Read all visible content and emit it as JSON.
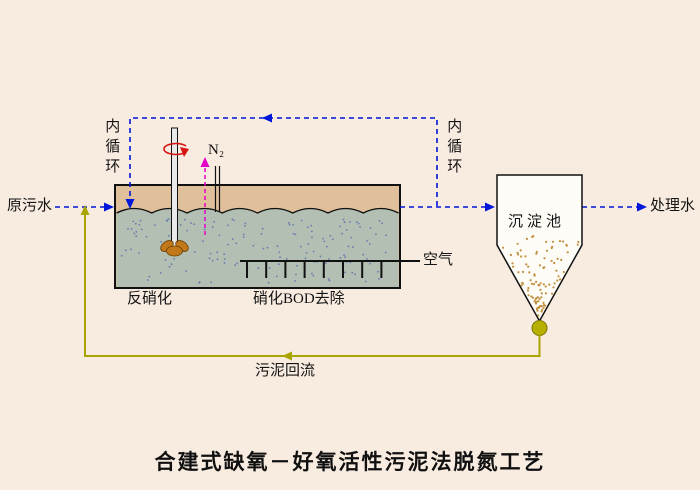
{
  "title": "合建式缺氧－好氧活性污泥法脱氮工艺",
  "labels": {
    "raw_water": "原污水",
    "treated_water": "处理水",
    "internal_recycle_left": "内循环",
    "internal_recycle_right": "内循环",
    "nitrogen_gas": "N₂",
    "air": "空气",
    "zone_denitrification": "反硝化",
    "zone_nitrification": "硝化BOD去除",
    "settling_tank": "沉淀池",
    "sludge_return": "污泥回流"
  },
  "colors": {
    "background": "#f8ebe0",
    "scum_layer": "#dfc09a",
    "mixed_liquor": "#b2bfb2",
    "flow_line_blue": "#0016d8",
    "nitrogen_magenta": "#e400c8",
    "rotation_red": "#d81414",
    "sludge_olive": "#a8a400",
    "sludge_ball": "#b6b000",
    "sediment_dot": "#c29040",
    "water_dot": "#2038b0",
    "outline": "#111111",
    "impeller": "#c07818"
  }
}
